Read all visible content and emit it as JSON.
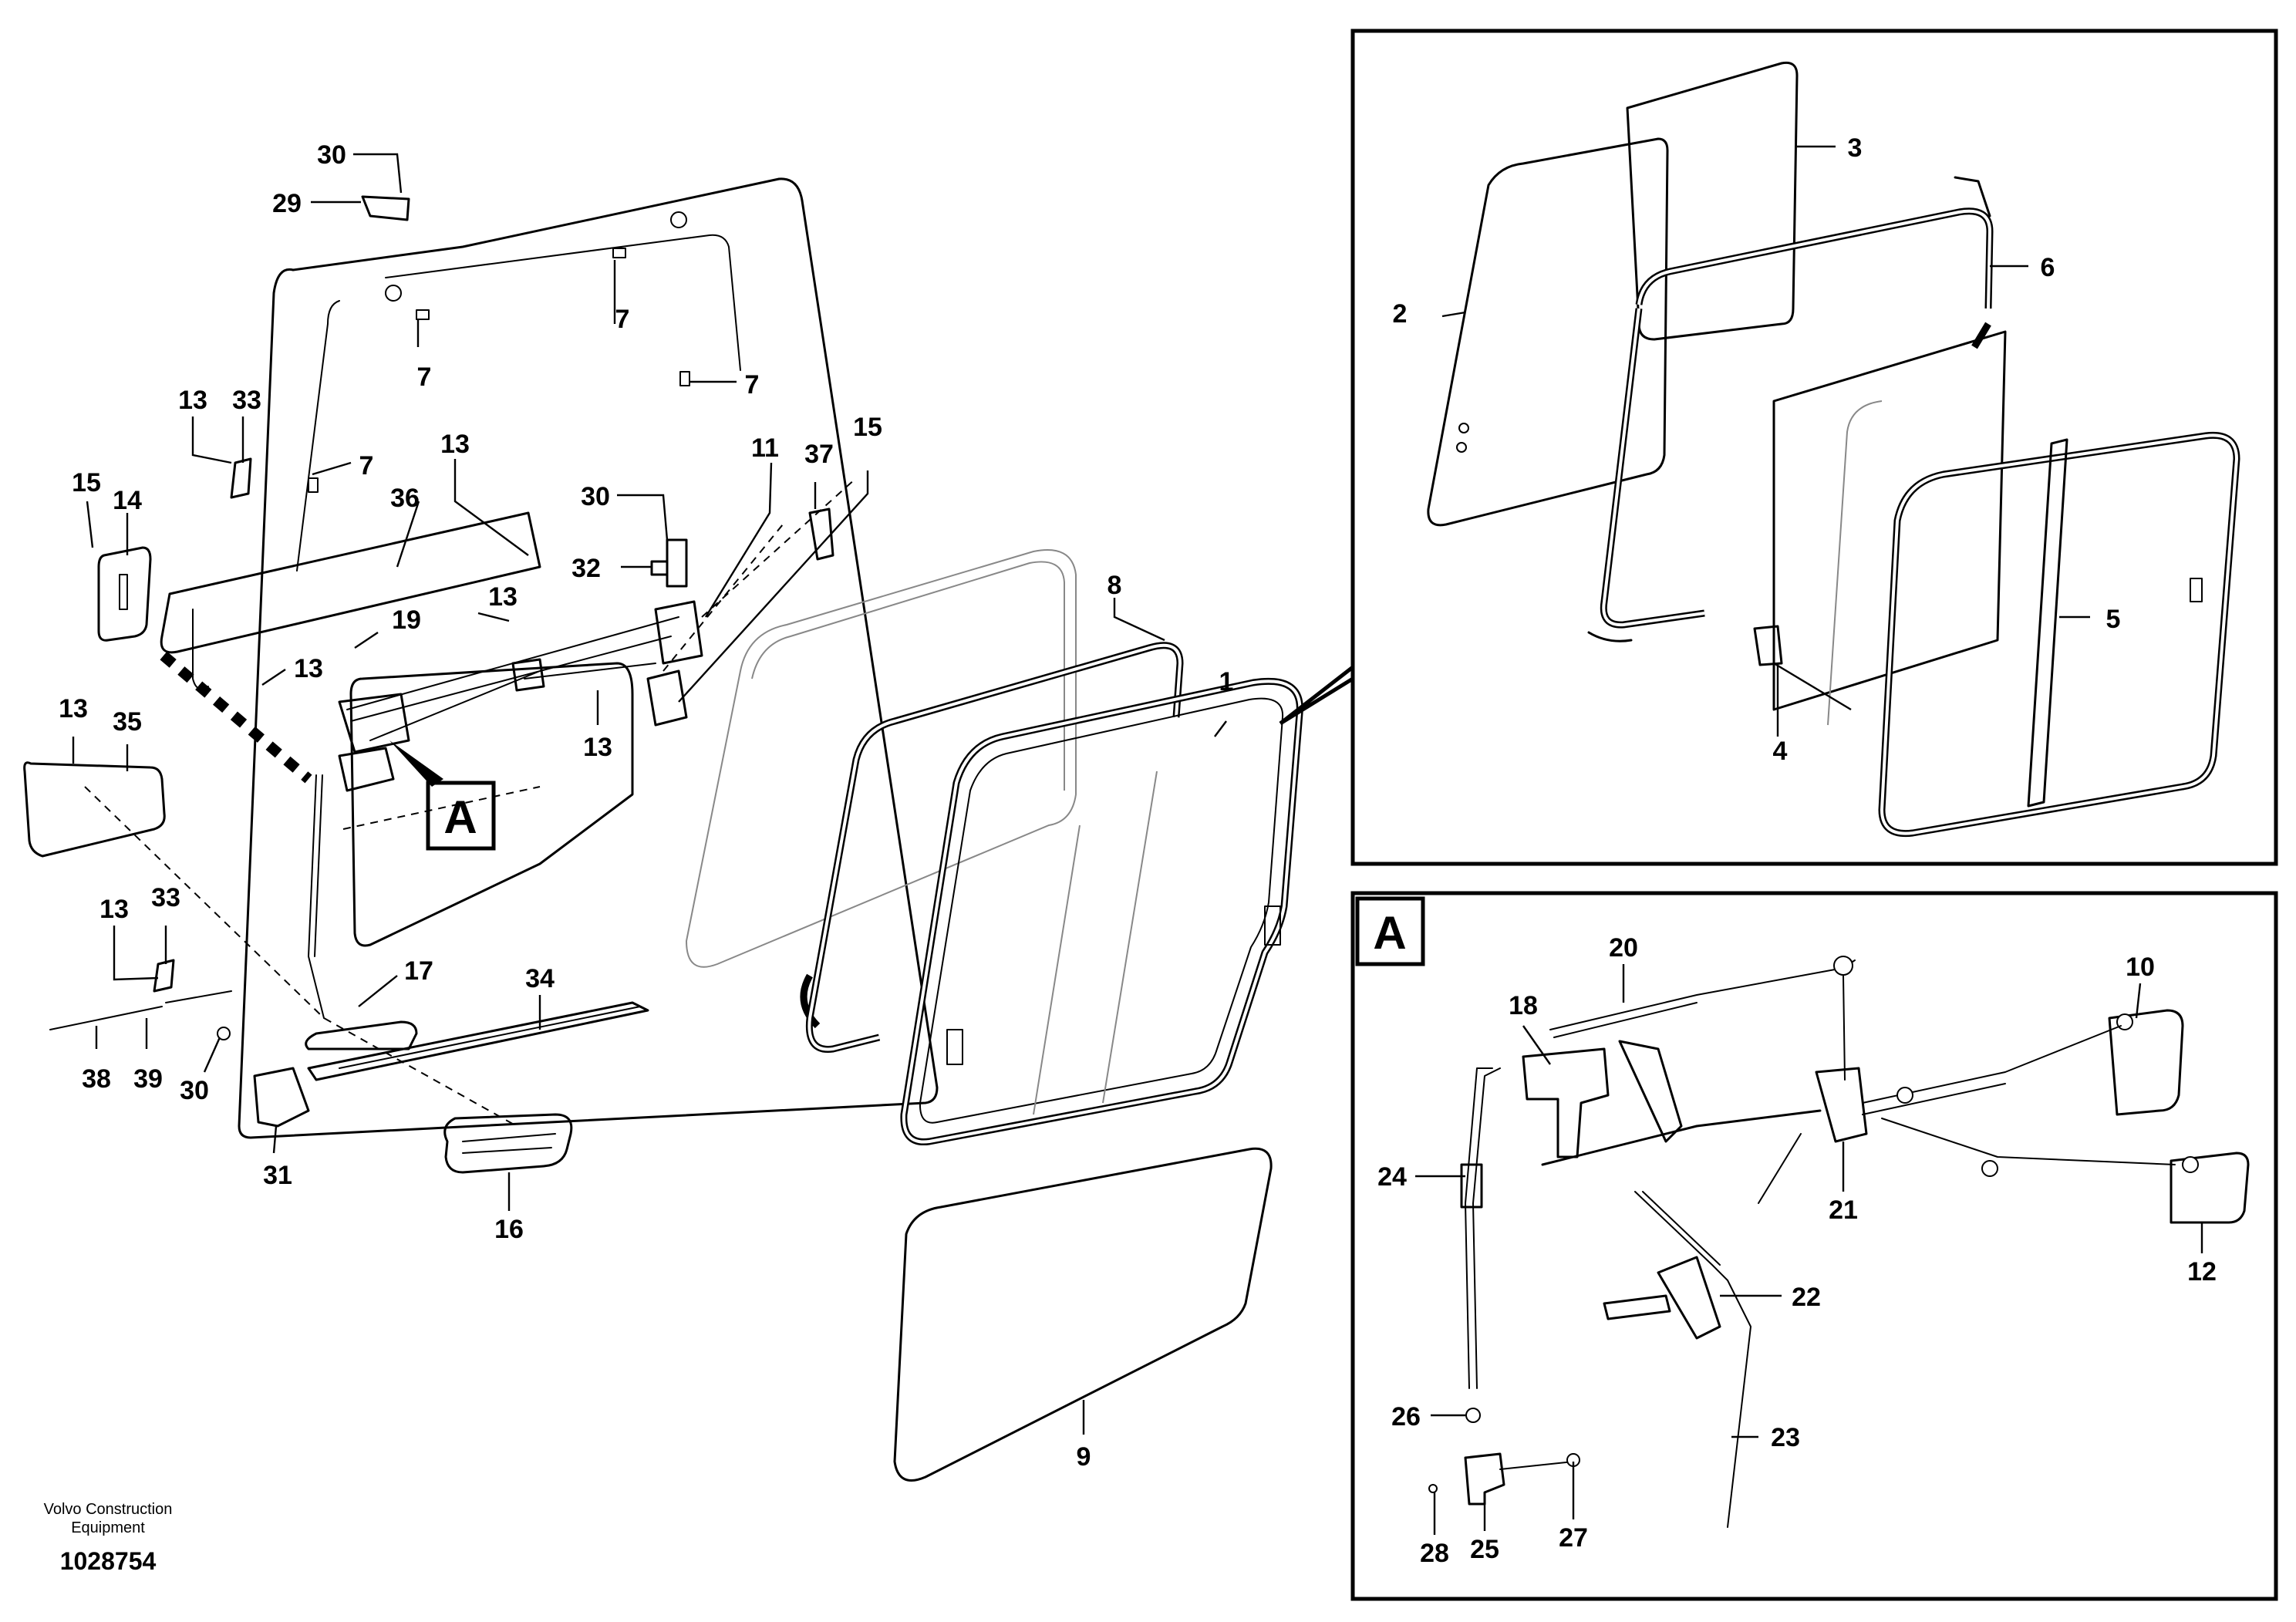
{
  "credit": {
    "line1": "Volvo Construction",
    "line2": "Equipment",
    "doc_number": "1028754"
  },
  "detail_box_letter": "A",
  "callout_letter": "A",
  "main_labels": [
    {
      "id": "l30a",
      "text": "30"
    },
    {
      "id": "l29",
      "text": "29"
    },
    {
      "id": "l7a",
      "text": "7"
    },
    {
      "id": "l7b",
      "text": "7"
    },
    {
      "id": "l7c",
      "text": "7"
    },
    {
      "id": "l7d",
      "text": "7"
    },
    {
      "id": "l13a",
      "text": "13"
    },
    {
      "id": "l33a",
      "text": "33"
    },
    {
      "id": "l13b",
      "text": "13"
    },
    {
      "id": "l15a",
      "text": "15"
    },
    {
      "id": "l14",
      "text": "14"
    },
    {
      "id": "l36",
      "text": "36"
    },
    {
      "id": "l11",
      "text": "11"
    },
    {
      "id": "l37",
      "text": "37"
    },
    {
      "id": "l15b",
      "text": "15"
    },
    {
      "id": "l30b",
      "text": "30"
    },
    {
      "id": "l32",
      "text": "32"
    },
    {
      "id": "l19",
      "text": "19"
    },
    {
      "id": "l13c",
      "text": "13"
    },
    {
      "id": "l13d",
      "text": "13"
    },
    {
      "id": "l13e",
      "text": "13"
    },
    {
      "id": "l35",
      "text": "35"
    },
    {
      "id": "l13f",
      "text": "13"
    },
    {
      "id": "l8",
      "text": "8"
    },
    {
      "id": "l1",
      "text": "1"
    },
    {
      "id": "l13g",
      "text": "13"
    },
    {
      "id": "l33b",
      "text": "33"
    },
    {
      "id": "l17",
      "text": "17"
    },
    {
      "id": "l34",
      "text": "34"
    },
    {
      "id": "l38",
      "text": "38"
    },
    {
      "id": "l39",
      "text": "39"
    },
    {
      "id": "l30c",
      "text": "30"
    },
    {
      "id": "l31",
      "text": "31"
    },
    {
      "id": "l16",
      "text": "16"
    },
    {
      "id": "l9",
      "text": "9"
    }
  ],
  "inset_labels": [
    {
      "id": "l3",
      "text": "3"
    },
    {
      "id": "l2",
      "text": "2"
    },
    {
      "id": "l6",
      "text": "6"
    },
    {
      "id": "l5",
      "text": "5"
    },
    {
      "id": "l4",
      "text": "4"
    }
  ],
  "detail_labels": [
    {
      "id": "l20",
      "text": "20"
    },
    {
      "id": "l10",
      "text": "10"
    },
    {
      "id": "l18",
      "text": "18"
    },
    {
      "id": "l24",
      "text": "24"
    },
    {
      "id": "l21",
      "text": "21"
    },
    {
      "id": "l12",
      "text": "12"
    },
    {
      "id": "l22",
      "text": "22"
    },
    {
      "id": "l26",
      "text": "26"
    },
    {
      "id": "l23",
      "text": "23"
    },
    {
      "id": "l27",
      "text": "27"
    },
    {
      "id": "l28",
      "text": "28"
    },
    {
      "id": "l25",
      "text": "25"
    }
  ]
}
